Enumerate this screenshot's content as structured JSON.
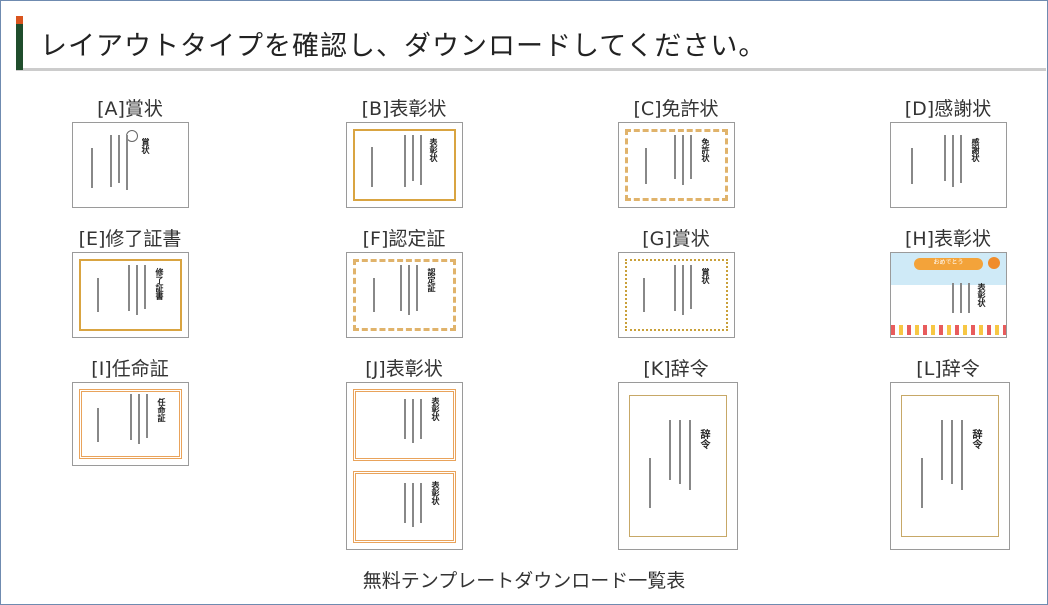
{
  "header": {
    "title": "レイアウトタイプを確認し、ダウンロードしてください。"
  },
  "footer": {
    "text": "無料テンプレートダウンロード一覧表"
  },
  "templates": [
    {
      "label": "[A]賞状",
      "title": "賞状",
      "style": "plain"
    },
    {
      "label": "[B]表彰状",
      "title": "表彰状",
      "style": "gold"
    },
    {
      "label": "[C]免許状",
      "title": "免許状",
      "style": "swirl"
    },
    {
      "label": "[D]感謝状",
      "title": "感謝状",
      "style": "plain"
    },
    {
      "label": "[E]修了証書",
      "title": "修了証書",
      "style": "gold"
    },
    {
      "label": "[F]認定証",
      "title": "認定証",
      "style": "swirl"
    },
    {
      "label": "[G]賞状",
      "title": "賞状",
      "style": "dotted"
    },
    {
      "label": "[H]表彰状",
      "title": "表彰状",
      "banner": "おめでとう",
      "style": "kids"
    },
    {
      "label": "[I]任命証",
      "title": "任命証",
      "style": "orange"
    },
    {
      "label": "[J]表彰状",
      "title": "表彰状",
      "style": "orange"
    },
    {
      "label": "[K]辞令",
      "title": "辞令",
      "style": "plain"
    },
    {
      "label": "[L]辞令",
      "title": "辞令",
      "style": "plain"
    }
  ],
  "colors": {
    "frame": "#6f8bb0",
    "accent_orange": "#d9541e",
    "accent_green": "#1f4d2c",
    "divider": "#cccccc"
  }
}
